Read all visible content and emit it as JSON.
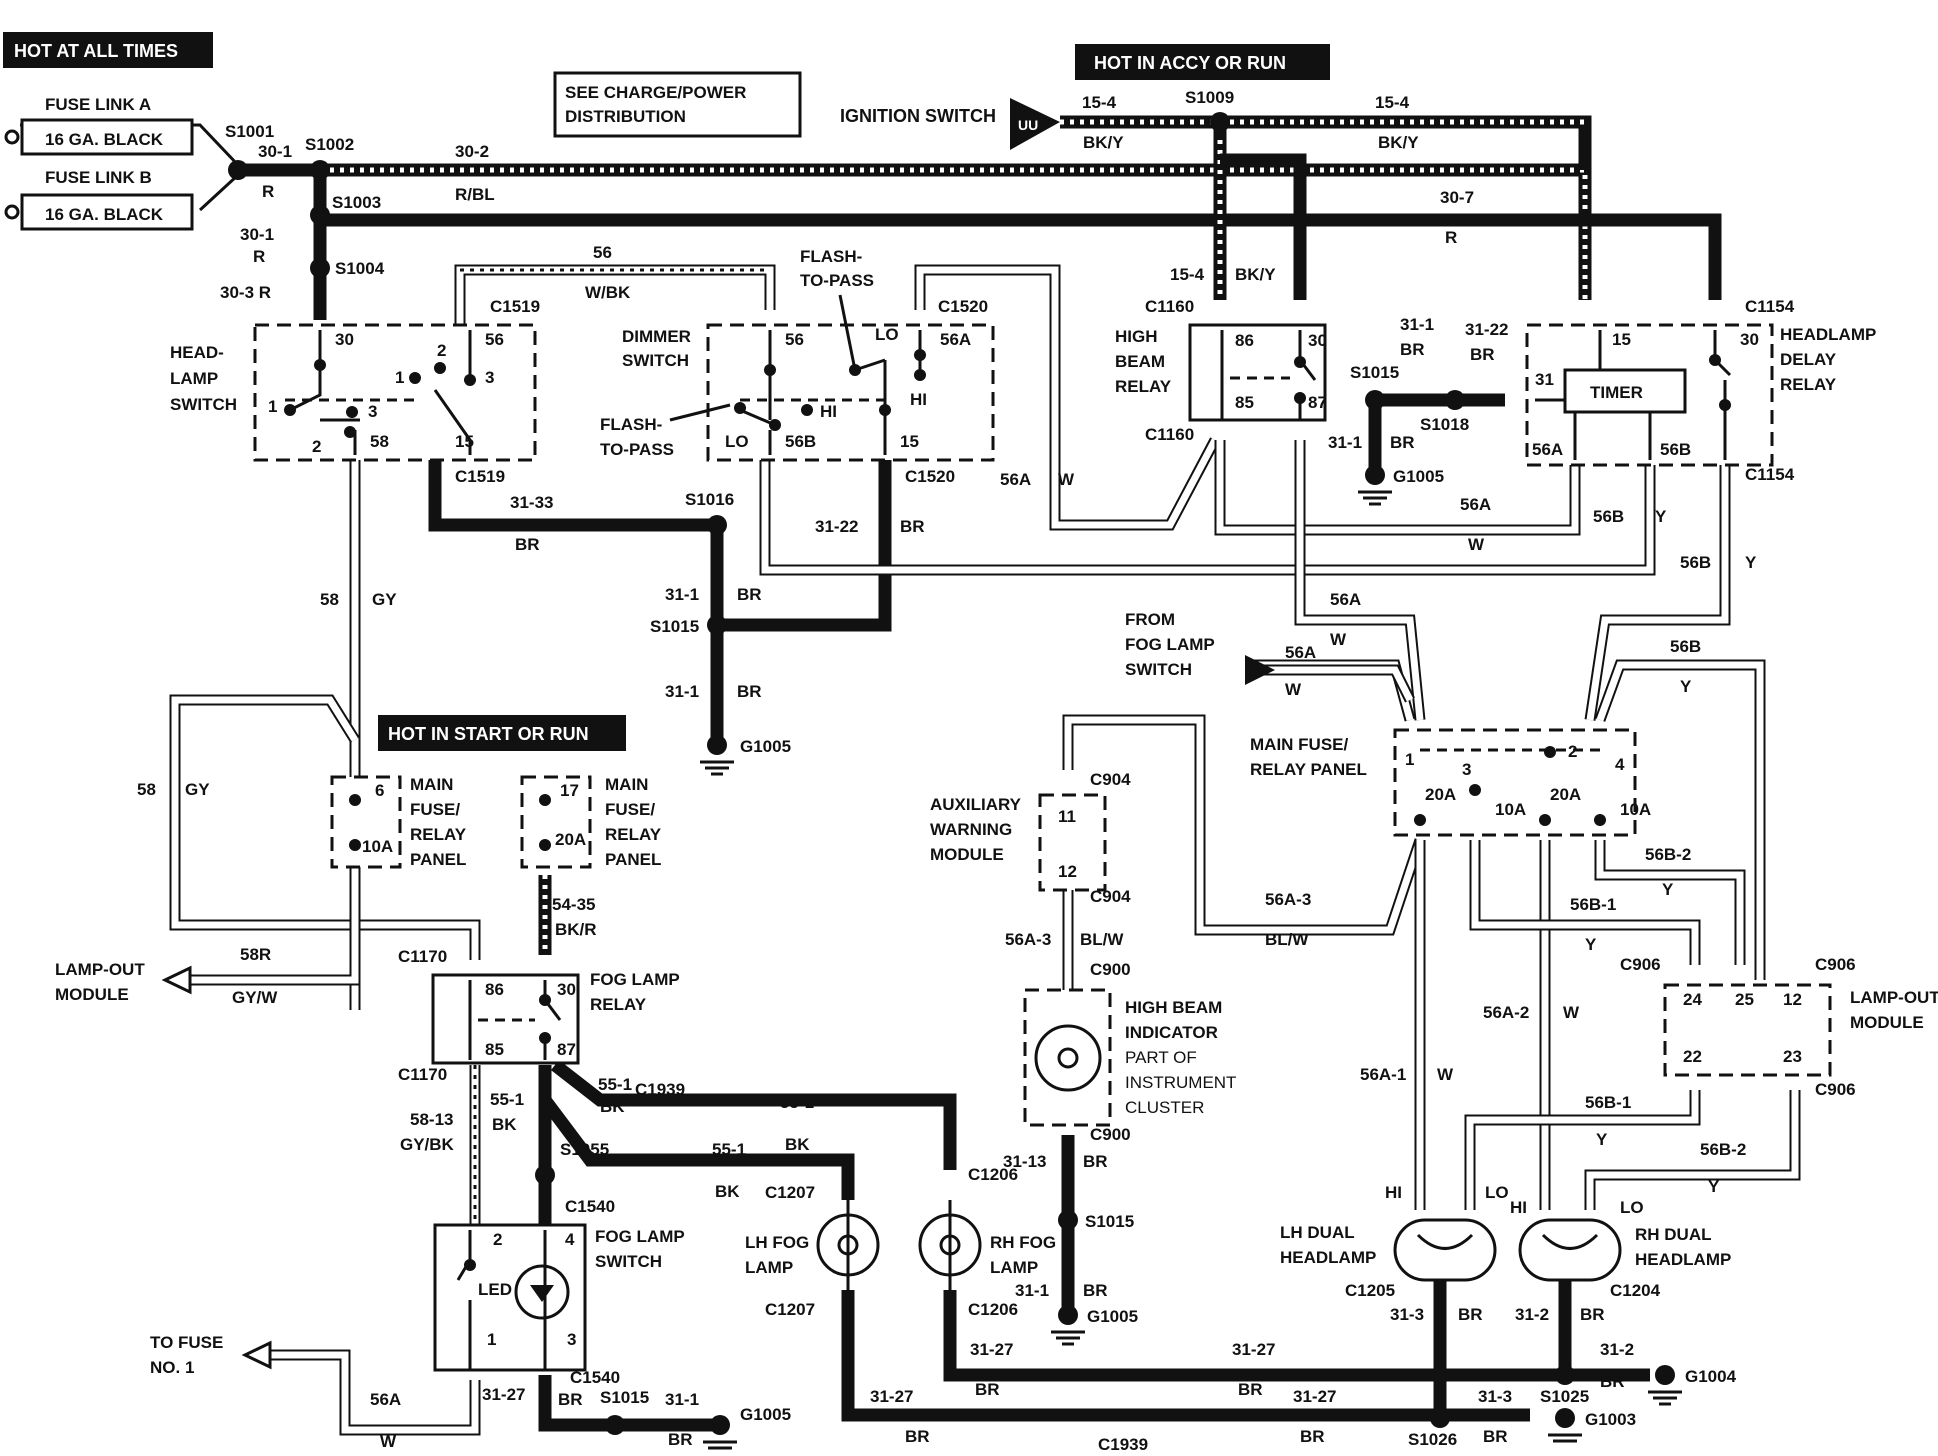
{
  "banners": {
    "hot_all_times": "HOT AT ALL TIMES",
    "hot_accy_run": "HOT IN ACCY OR RUN",
    "hot_start_run": "HOT IN START OR RUN"
  },
  "notes": {
    "see_charge": "SEE CHARGE/POWER",
    "distribution": "DISTRIBUTION",
    "ignition_switch": "IGNITION SWITCH",
    "ignition_term": "UU"
  },
  "fuse_links": [
    {
      "title": "FUSE LINK A",
      "gauge": "16 GA. BLACK"
    },
    {
      "title": "FUSE LINK B",
      "gauge": "16 GA. BLACK"
    }
  ],
  "components": {
    "headlamp_switch": [
      "HEAD-",
      "LAMP",
      "SWITCH"
    ],
    "dimmer_switch": [
      "DIMMER",
      "SWITCH"
    ],
    "flash_to_pass_top": [
      "FLASH-",
      "TO-PASS"
    ],
    "flash_to_pass_left": [
      "FLASH-",
      "TO-PASS"
    ],
    "high_beam_relay": [
      "HIGH",
      "BEAM",
      "RELAY"
    ],
    "headlamp_delay_relay": [
      "HEADLAMP",
      "DELAY",
      "RELAY"
    ],
    "timer": "TIMER",
    "from_fog_lamp_switch": [
      "FROM",
      "FOG LAMP",
      "SWITCH"
    ],
    "main_fuse_relay_panel_right": [
      "MAIN FUSE/",
      "RELAY PANEL"
    ],
    "main_fuse_relay_panel_left1": [
      "MAIN",
      "FUSE/",
      "RELAY",
      "PANEL"
    ],
    "main_fuse_relay_panel_left2": [
      "MAIN",
      "FUSE/",
      "RELAY",
      "PANEL"
    ],
    "auxiliary_warning_module": [
      "AUXILIARY",
      "WARNING",
      "MODULE"
    ],
    "high_beam_indicator": [
      "HIGH BEAM",
      "INDICATOR",
      "PART OF",
      "INSTRUMENT",
      "CLUSTER"
    ],
    "lamp_out_module_left": [
      "LAMP-OUT",
      "MODULE"
    ],
    "lamp_out_module_right": [
      "LAMP-OUT",
      "MODULE"
    ],
    "fog_lamp_relay": [
      "FOG LAMP",
      "RELAY"
    ],
    "fog_lamp_switch": [
      "FOG LAMP",
      "SWITCH"
    ],
    "led": "LED",
    "to_fuse_no1": [
      "TO FUSE",
      "NO. 1"
    ],
    "lh_fog_lamp": [
      "LH FOG",
      "LAMP"
    ],
    "rh_fog_lamp": [
      "RH FOG",
      "LAMP"
    ],
    "lh_dual_headlamp": [
      "LH DUAL",
      "HEADLAMP"
    ],
    "rh_dual_headlamp": [
      "RH DUAL",
      "HEADLAMP"
    ]
  },
  "splices": {
    "s1001": "S1001",
    "s1002": "S1002",
    "s1003": "S1003",
    "s1004": "S1004",
    "s1009": "S1009",
    "s1015a": "S1015",
    "s1015b": "S1015",
    "s1015c": "S1015",
    "s1015d": "S1015",
    "s1016": "S1016",
    "s1018": "S1018",
    "s1025": "S1025",
    "s1026": "S1026",
    "s1055": "S1055"
  },
  "grounds": {
    "g1005a": "G1005",
    "g1005b": "G1005",
    "g1005c": "G1005",
    "g1005d": "G1005",
    "g1004": "G1004",
    "g1003": "G1003"
  },
  "connectors": {
    "c1519a": "C1519",
    "c1519b": "C1519",
    "c1520a": "C1520",
    "c1520b": "C1520",
    "c1160a": "C1160",
    "c1160b": "C1160",
    "c1154a": "C1154",
    "c1154b": "C1154",
    "c904a": "C904",
    "c904b": "C904",
    "c900a": "C900",
    "c900b": "C900",
    "c906a": "C906",
    "c906b": "C906",
    "c906c": "C906",
    "c1170a": "C1170",
    "c1170b": "C1170",
    "c1939a": "C1939",
    "c1939b": "C1939",
    "c1540a": "C1540",
    "c1540b": "C1540",
    "c1207a": "C1207",
    "c1207b": "C1207",
    "c1206a": "C1206",
    "c1206b": "C1206",
    "c1205": "C1205",
    "c1204": "C1204"
  },
  "wire_labels": {
    "w30_1a": "30-1",
    "r_a": "R",
    "w30_2": "30-2",
    "rbl": "R/BL",
    "w30_1b": "30-1",
    "r_b": "R",
    "w30_3": "30-3 R",
    "w30_7": "30-7",
    "r_c": "R",
    "w15_4a": "15-4",
    "bky_a": "BK/Y",
    "w15_4b": "15-4",
    "bky_b": "BK/Y",
    "w15_4c": "15-4",
    "bky_c": "BK/Y",
    "w56": "56",
    "wbk": "W/BK",
    "w31_33": "31-33",
    "br_a": "BR",
    "w31_22a": "31-22",
    "br_b": "BR",
    "w31_1a": "31-1",
    "br_c": "BR",
    "w31_1b": "31-1",
    "br_d": "BR",
    "w31_1c": "31-1",
    "br_e": "BR",
    "w31_22b": "31-22",
    "br_f": "BR",
    "w31_1d": "31-1",
    "br_g": "BR",
    "w56a_a": "56A",
    "w_a": "W",
    "w56a_b": "56A",
    "w_b": "W",
    "w56b_a": "56B",
    "y_a": "Y",
    "w56b_b": "56B",
    "y_b": "Y",
    "w56a_c": "56A",
    "w_c": "W",
    "w56a_d": "56A",
    "w_d": "W",
    "w56b_c": "56B",
    "y_c": "Y",
    "w58a": "58",
    "gy_a": "GY",
    "w58b": "58",
    "gy_b": "GY",
    "w58r": "58R",
    "gyw": "GY/W",
    "w54_35": "54-35",
    "bkr": "BK/R",
    "w56a3a": "56A-3",
    "blw_a": "BL/W",
    "w56a3b": "56A-3",
    "blw_b": "BL/W",
    "w56b2a": "56B-2",
    "y_d": "Y",
    "w56b1a": "56B-1",
    "y_e": "Y",
    "w56a2": "56A-2",
    "w_e": "W",
    "w56a1": "56A-1",
    "w_f": "W",
    "w56b1b": "56B-1",
    "y_f": "Y",
    "w56b2b": "56B-2",
    "y_g": "Y",
    "w58_13": "58-13",
    "gybk": "GY/BK",
    "w55_1a": "55-1",
    "bk_a": "BK",
    "w55_1b": "55-1",
    "bk_b": "BK",
    "w55_1c": "55-1",
    "bk_c": "BK",
    "w55_1d": "55-1",
    "bk_d": "BK",
    "w31_13": "31-13",
    "br_h": "BR",
    "w31_1e": "31-1",
    "br_i": "BR",
    "w31_27a": "31-27",
    "br_j": "BR",
    "w31_27b": "31-27",
    "br_k": "BR",
    "w31_27c": "31-27",
    "br_l": "BR",
    "w31_27d": "31-27",
    "br_m": "BR",
    "w31_27e": "31-27",
    "br_n": "BR",
    "w31_1f": "31-1",
    "br_o": "BR",
    "w56a_e": "56A",
    "w_g": "W",
    "w31_3a": "31-3",
    "br_p": "BR",
    "w31_3b": "31-3",
    "br_q": "BR",
    "w31_2a": "31-2",
    "br_r": "BR",
    "w31_2b": "31-2",
    "br_s": "BR"
  },
  "pins": {
    "hs30": "30",
    "hs56": "56",
    "hs2": "2",
    "hs1a": "1",
    "hs3a": "3",
    "hs1b": "1",
    "hs3b": "3",
    "hs2b": "2",
    "hs58": "58",
    "hs15": "15",
    "dm56": "56",
    "dmlo": "LO",
    "dm56a": "56A",
    "dmhi": "HI",
    "dmhi2": "HI",
    "dmlo2": "LO",
    "dm56b": "56B",
    "dm15": "15",
    "hb86": "86",
    "hb30": "30",
    "hb85": "85",
    "hb87": "87",
    "dr15": "15",
    "dr30": "30",
    "dr31": "31",
    "dr56a": "56A",
    "dr56b": "56B",
    "mf1": "1",
    "mf2": "2",
    "mf3": "3",
    "mf4": "4",
    "f20a1": "20A",
    "f10a1": "10A",
    "f20a2": "20A",
    "f10a2": "10A",
    "lf6": "6",
    "lf10a": "10A",
    "lf17": "17",
    "lf20a": "20A",
    "aw11": "11",
    "aw12": "12",
    "lo24": "24",
    "lo25": "25",
    "lo12": "12",
    "lo22": "22",
    "lo23": "23",
    "fr86": "86",
    "fr30": "30",
    "fr85": "85",
    "fr87": "87",
    "fs2": "2",
    "fs4": "4",
    "fs1": "1",
    "fs3": "3",
    "hi_l": "HI",
    "lo_l": "LO",
    "hi_r": "HI",
    "lo_r": "LO"
  }
}
